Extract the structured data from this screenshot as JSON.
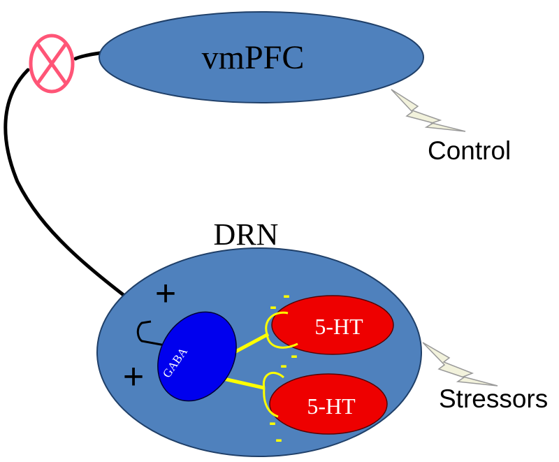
{
  "labels": {
    "vmpfc": "vmPFC",
    "drn": "DRN",
    "gaba": "GABA",
    "ht_top": "5-HT",
    "ht_bottom": "5-HT",
    "control": "Control",
    "stressors": "Stressors",
    "plus_top": "+",
    "plus_left": "+",
    "minus": "-"
  },
  "colors": {
    "region_fill": "#4f81bd",
    "region_stroke": "#1f3f68",
    "gaba_fill": "#0000ee",
    "ht_fill": "#ee0000",
    "synapse": "#ffff00",
    "inhibit_symbol": "#ff5577",
    "axon": "#000000",
    "bolt_fill": "#f2f2dc",
    "bolt_stroke": "#999999"
  },
  "icons": {
    "inhibition": "x-circle-icon",
    "stress_input": "lightning-bolt-icon"
  }
}
